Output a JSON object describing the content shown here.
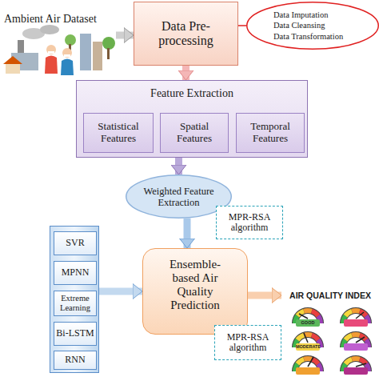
{
  "diagram": {
    "nodes": [
      {
        "text": [
          "Ambient Air Dataset"
        ]
      },
      {
        "text": [
          "Data Pre-processing"
        ]
      },
      {
        "text": [
          "Data Imputation",
          "Data Cleansing",
          "Data Transformation"
        ]
      },
      {
        "text": [
          "Feature Extraction"
        ]
      },
      {
        "text": [
          "Statistical Features"
        ],
        "in": 3
      },
      {
        "text": [
          "Spatial Features"
        ],
        "in": 3
      },
      {
        "text": [
          "Temporal Features"
        ],
        "in": 3
      },
      {
        "text": [
          "Weighted Feature Extraction"
        ]
      },
      {
        "text": [
          "MPR-RSA algorithm"
        ]
      },
      {
        "text": []
      },
      {
        "text": [
          "SVR"
        ],
        "in": 9
      },
      {
        "text": [
          "MPNN"
        ],
        "in": 9
      },
      {
        "text": [
          "Extreme Learning"
        ],
        "in": 9
      },
      {
        "text": [
          "Bi-LSTM"
        ],
        "in": 9
      },
      {
        "text": [
          "RNN"
        ],
        "in": 9
      },
      {
        "text": [
          "Ensemble-based Air Quality Prediction"
        ]
      },
      {
        "text": [
          "MPR-RSA algorithm"
        ]
      },
      {
        "text": [
          "AIR QUALITY INDEX"
        ]
      }
    ],
    "edges": [
      {
        "from": 0,
        "to": 1,
        "arrow": "to"
      },
      {
        "from": 2,
        "to": 1,
        "arrow": "none"
      },
      {
        "from": 1,
        "to": 3,
        "arrow": "to"
      },
      {
        "from": 3,
        "to": 7,
        "arrow": "to"
      },
      {
        "from": 7,
        "to": 15,
        "arrow": "to"
      },
      {
        "from": 9,
        "to": 15,
        "arrow": "to"
      },
      {
        "from": 15,
        "to": 17,
        "arrow": "to"
      }
    ],
    "labels": [
      "GOOD",
      "MODERATE"
    ]
  }
}
